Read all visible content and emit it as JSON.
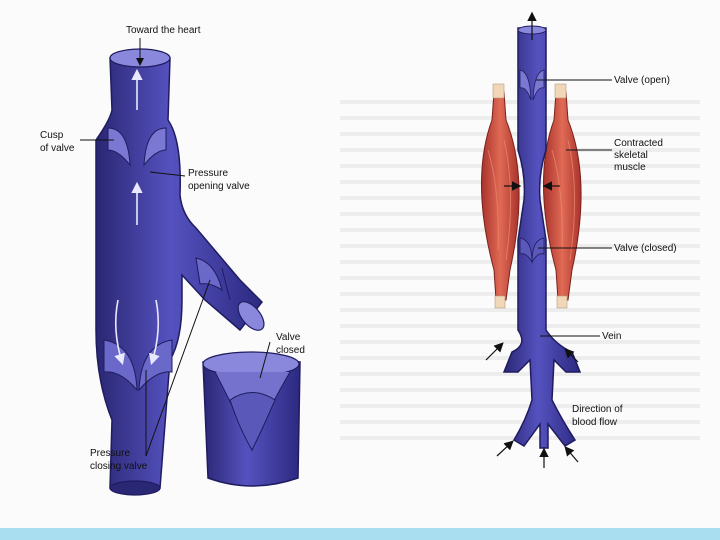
{
  "left_diagram": {
    "labels": {
      "toward_heart": "Toward the heart",
      "cusp_line1": "Cusp",
      "cusp_line2": "of valve",
      "pressure_opening_line1": "Pressure",
      "pressure_opening_line2": "opening valve",
      "valve_closed_line1": "Valve",
      "valve_closed_line2": "closed",
      "pressure_closing_line1": "Pressure",
      "pressure_closing_line2": "closing valve"
    }
  },
  "right_diagram": {
    "labels": {
      "valve_open": "Valve (open)",
      "contracted_line1": "Contracted",
      "contracted_line2": "skeletal",
      "contracted_line3": "muscle",
      "valve_closed": "Valve (closed)",
      "vein": "Vein",
      "direction_line1": "Direction of",
      "direction_line2": "blood flow"
    }
  },
  "colors": {
    "vein": "#3d3a9e",
    "vein_light": "#6a68c8",
    "vein_dark": "#25226e",
    "muscle": "#c4473b",
    "muscle_light": "#e07a66",
    "tendon": "#f2d6b8",
    "bottom_band": "#a9ddf0"
  }
}
